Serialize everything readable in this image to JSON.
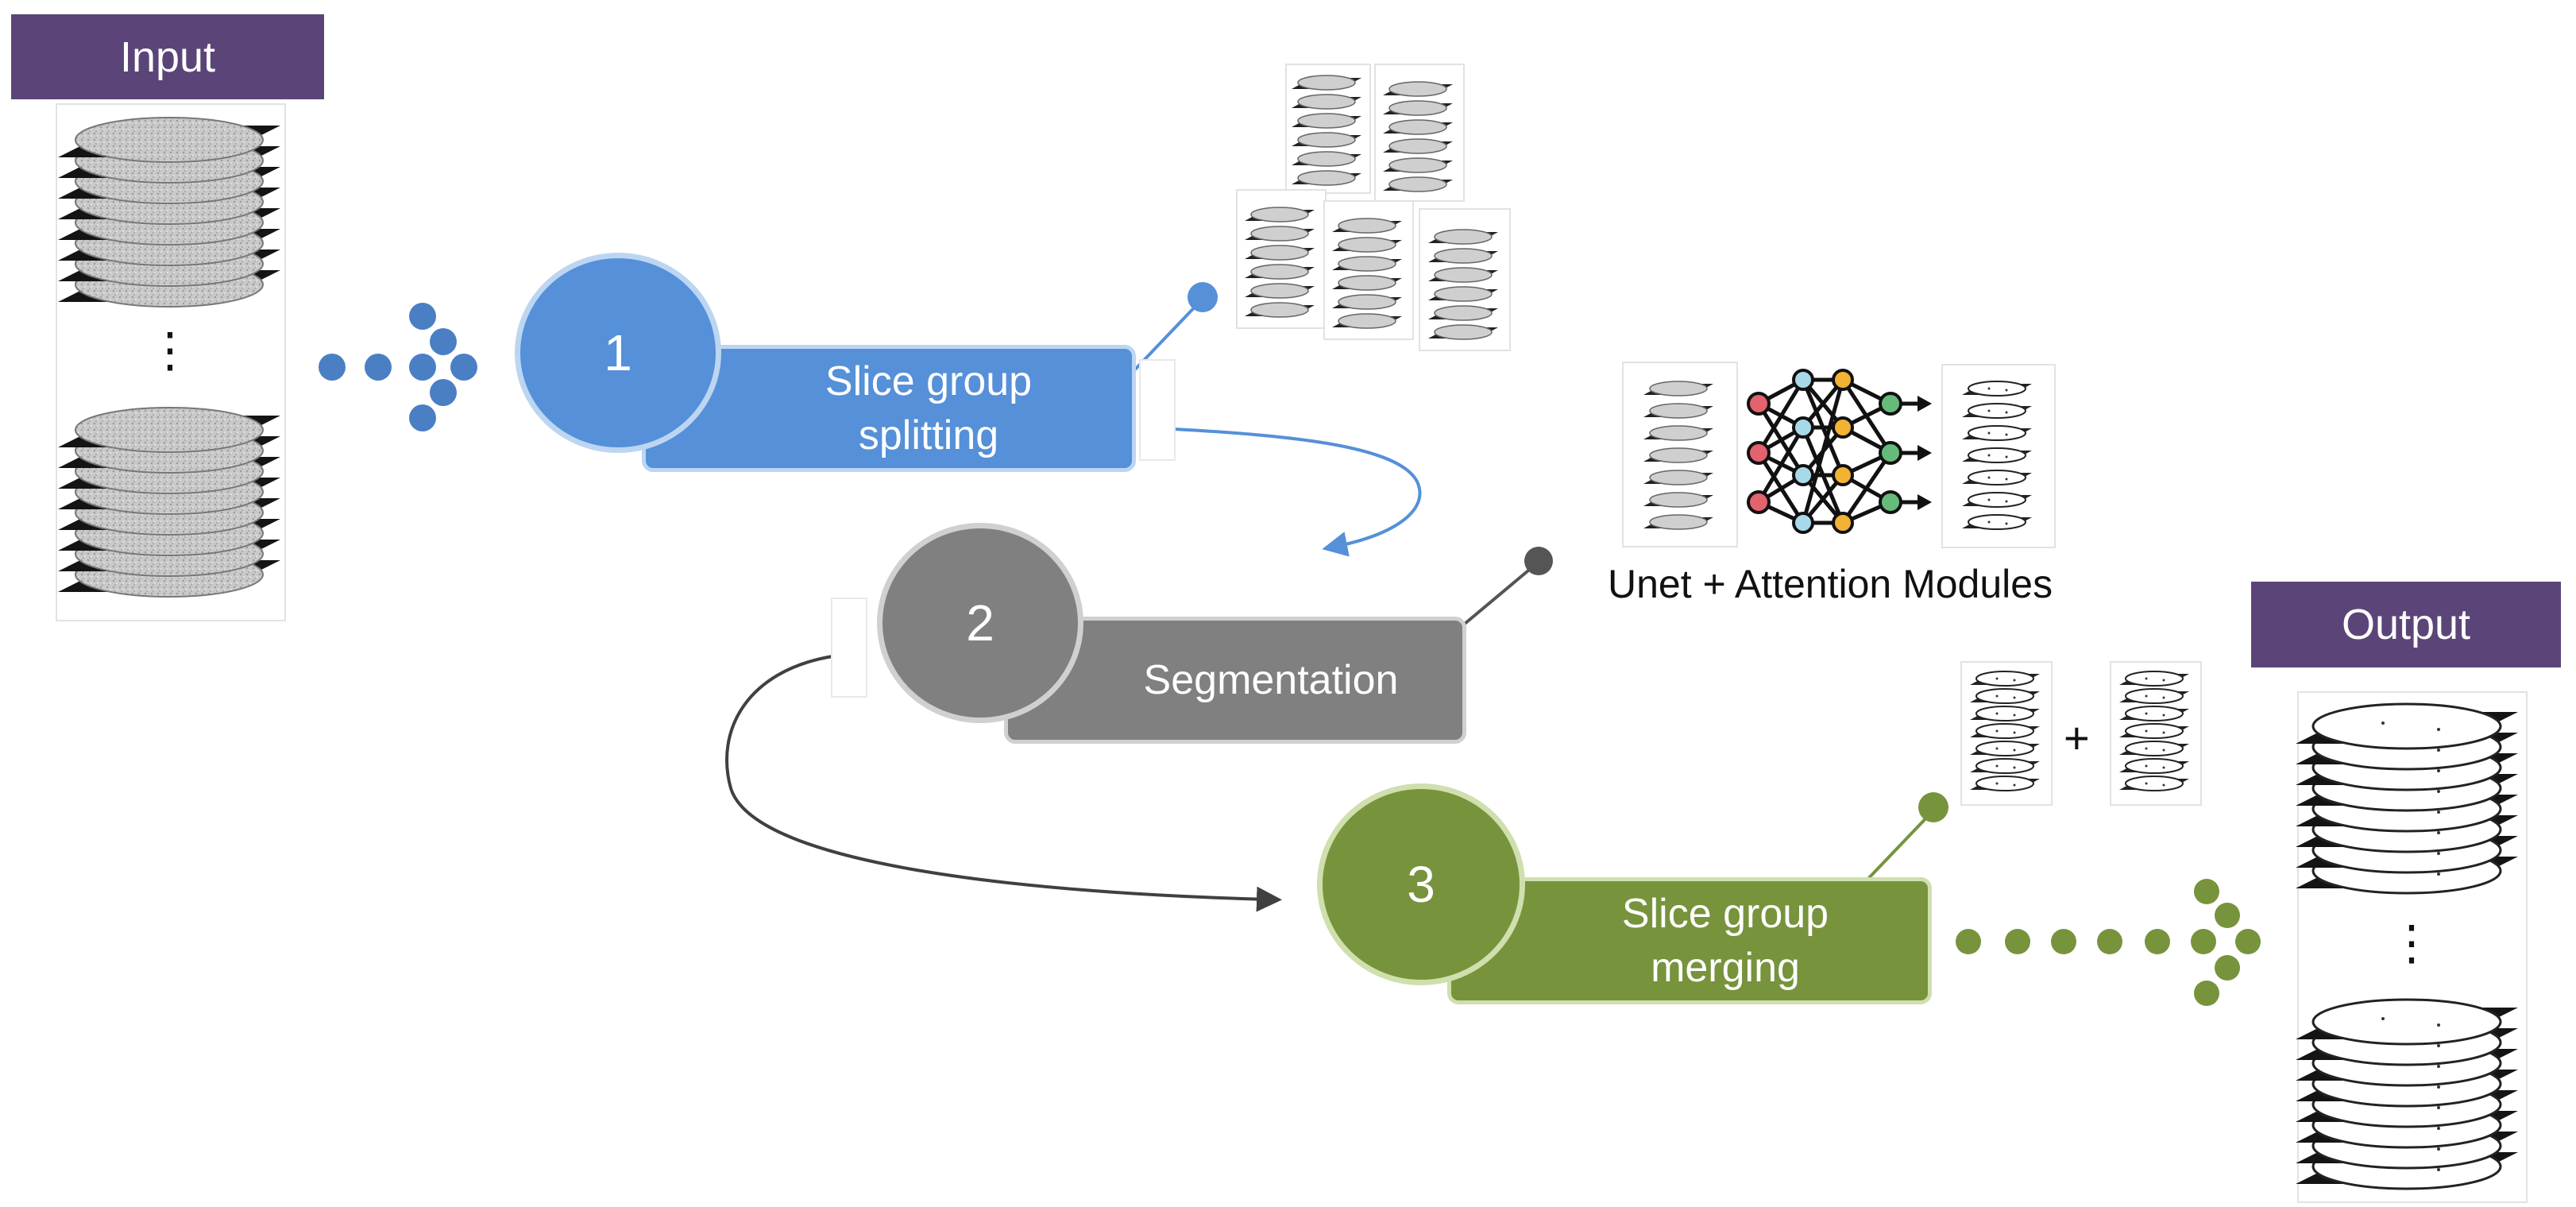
{
  "labels": {
    "input": "Input",
    "output": "Output",
    "ellipsis": "⋮",
    "plus": "+",
    "network_caption": "Unet + Attention Modules"
  },
  "steps": [
    {
      "number": "1",
      "label_lines": [
        "Slice group",
        "splitting"
      ],
      "color": "#5590d9",
      "ring": "#bcd6f2"
    },
    {
      "number": "2",
      "label_lines": [
        "Segmentation"
      ],
      "color": "#808080",
      "ring": "#d0d0d0"
    },
    {
      "number": "3",
      "label_lines": [
        "Slice group",
        "merging"
      ],
      "color": "#77933c",
      "ring": "#cfdfae"
    }
  ],
  "colors": {
    "header": "#5b4578",
    "node_red": "#e2626e",
    "node_blue": "#a8d9ea",
    "node_yellow": "#f2b233",
    "node_green": "#66bb7a",
    "dark_arrow": "#404040"
  }
}
